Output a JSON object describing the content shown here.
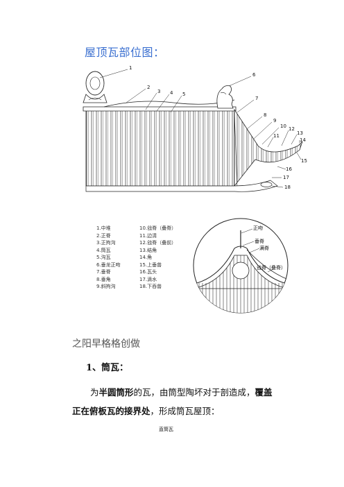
{
  "title": "屋顶瓦部位图：",
  "diagram": {
    "callouts": [
      "1",
      "2",
      "3",
      "4",
      "5",
      "6",
      "7",
      "8",
      "9",
      "10",
      "11",
      "12",
      "13",
      "14",
      "15",
      "16",
      "17",
      "18"
    ]
  },
  "legend": {
    "col1": [
      "1.中堆",
      "2.正脊",
      "3.正拘沟",
      "4.筒瓦",
      "5.沟瓦",
      "6.垂龙正吻",
      "7.垂脊",
      "8.垂角",
      "9.斜拘沟"
    ],
    "col2": [
      "10.戗脊（叠脊）",
      "11.边清",
      "12.戗脊（叠前）",
      "13.结角",
      "14.角",
      "15.上垂兽",
      "16.瓦头",
      "17.滴水",
      "18.下吞兽"
    ]
  },
  "detail": {
    "labels": [
      "正吻",
      "垂脊",
      "满脊",
      "戗脊（叠脊）"
    ]
  },
  "section_heading": "之阳早格格创做",
  "item_heading": "1、筒瓦：",
  "paragraph": {
    "p1": "为",
    "b1": "半圆筒形",
    "p2": "的瓦，由筒型陶坏对于剖造成，",
    "b2": "覆盖正在俯板瓦的接界处",
    "p3": "，形成筒瓦屋顶："
  },
  "caption": "直筒瓦"
}
